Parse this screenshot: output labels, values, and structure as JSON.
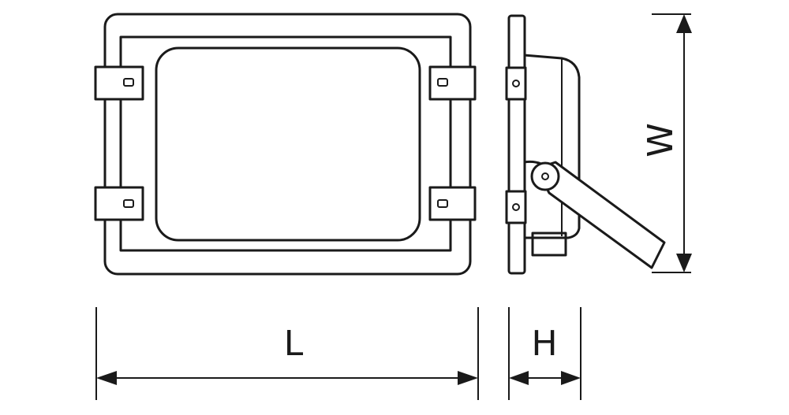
{
  "labels": {
    "length": "L",
    "height": "H",
    "width": "W"
  },
  "colors": {
    "line": "#1a1a1a",
    "background": "#ffffff"
  }
}
